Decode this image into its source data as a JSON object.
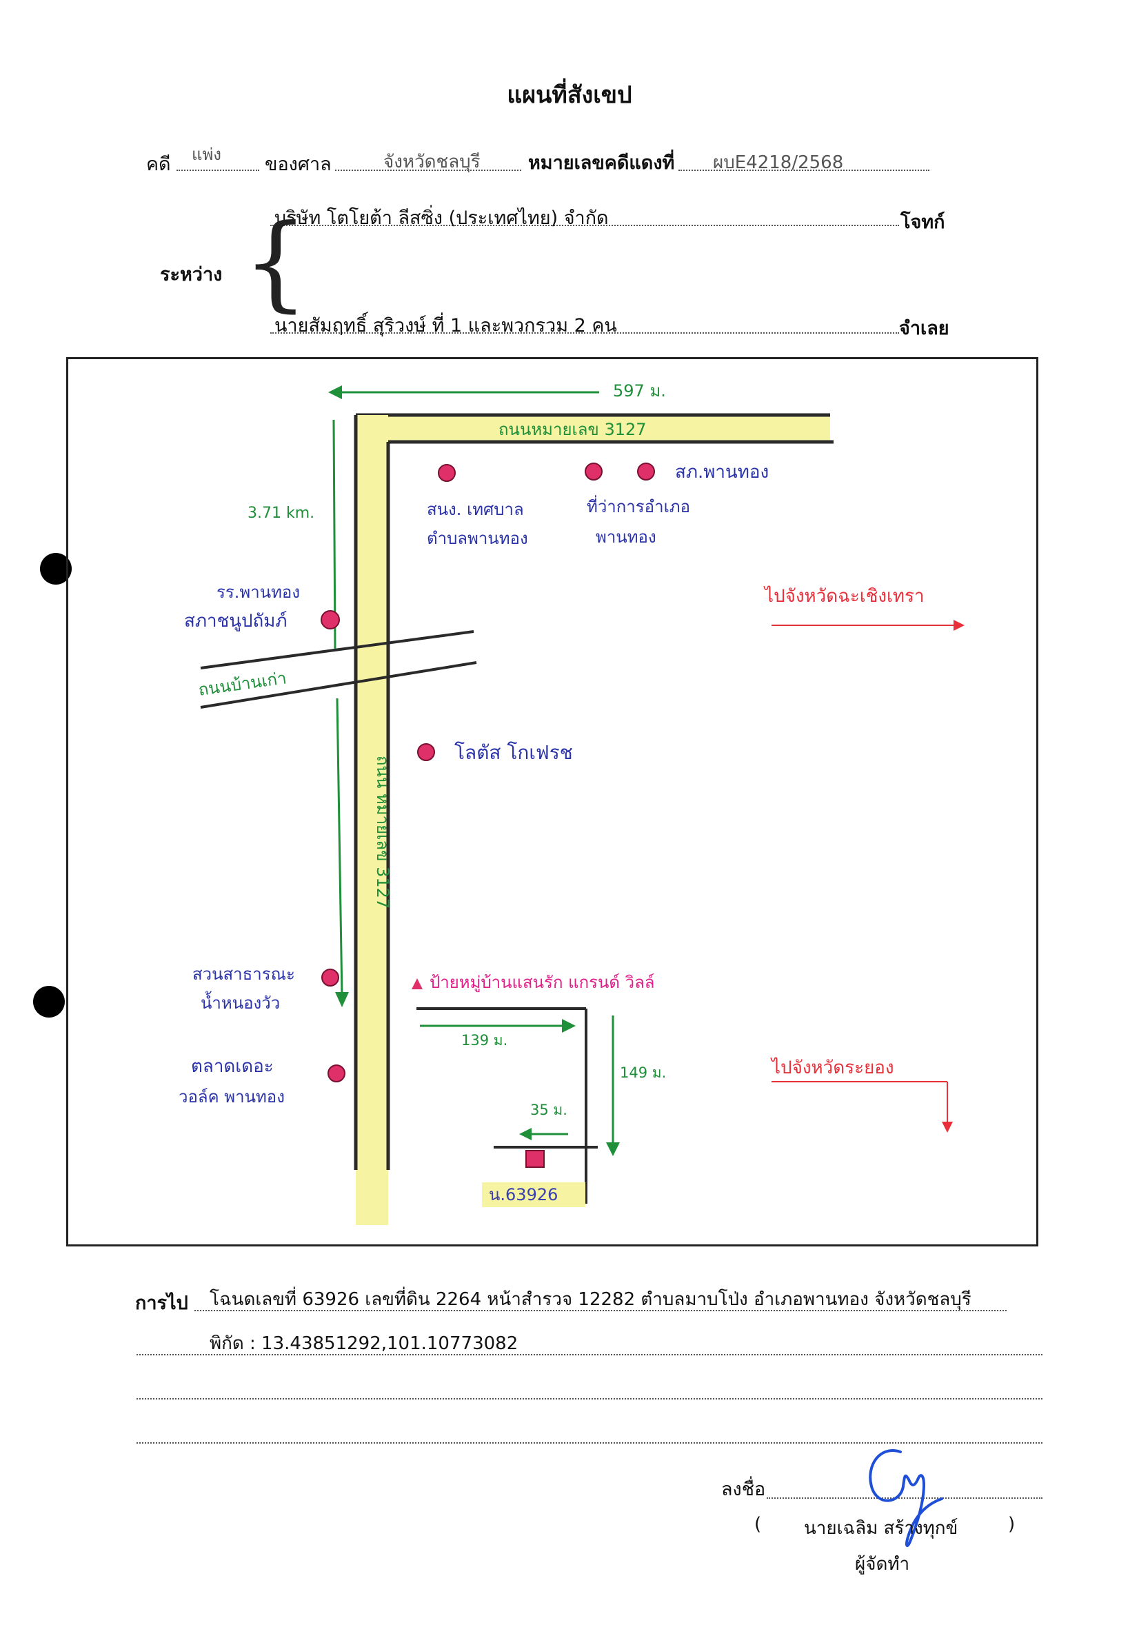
{
  "header": {
    "title": "แผนที่สังเขป",
    "case_label": "คดี",
    "case_type": "แพ่ง",
    "court_label": "ของศาล",
    "court_value": "จังหวัดชลบุรี",
    "red_case_label": "หมายเลขคดีแดงที่",
    "red_case_value": "ผบE4218/2568"
  },
  "parties": {
    "between_label": "ระหว่าง",
    "plaintiff_name": "บริษัท โตโยต้า ลีสซิ่ง (ประเทศไทย) จำกัด",
    "plaintiff_label": "โจทก์",
    "defendant_name": "นายสัมฤทธิ์ สุริวงษ์ ที่ 1 และพวกรวม 2 คน",
    "defendant_label": "จำเลย"
  },
  "map": {
    "road_top": "ถนนหมายเลข 3127",
    "road_vertical": "ถนน หมายเลข 3127",
    "road_old": "ถนนบ้านเก่า",
    "dist_top": "597 ม.",
    "dist_left": "3.71 km.",
    "dist_139": "139 ม.",
    "dist_149": "149 ม.",
    "dist_35": "35 ม.",
    "poi_police": "สภ.พานทอง",
    "poi_municipal_1": "สนง. เทศบาล",
    "poi_municipal_2": "ตำบลพานทอง",
    "poi_district_1": "ที่ว่าการอำเภอ",
    "poi_district_2": "พานทอง",
    "poi_school_1": "รร.พานทอง",
    "poi_school_2": "สภาชนูปถัมภ์",
    "poi_lotus": "โลตัส โกเฟรช",
    "poi_park_1": "สวนสาธารณะ",
    "poi_park_2": "น้ำหนองวัว",
    "poi_market_1": "ตลาดเดอะ",
    "poi_market_2": "วอล์ค พานทอง",
    "poi_village": "ป้ายหมู่บ้านแสนรัก แกรนด์ วิลล์",
    "to_chachoengsao": "ไปจังหวัดฉะเชิงเทรา",
    "to_rayong": "ไปจังหวัดระยอง",
    "plot_label": "น.63926"
  },
  "directions": {
    "label": "การไป",
    "line1": "โฉนดเลขที่ 63926 เลขที่ดิน 2264 หน้าสำรวจ 12282 ตำบลมาบโป่ง อำเภอพานทอง จังหวัดชลบุรี",
    "line2": "พิกัด : 13.43851292,101.10773082"
  },
  "signature": {
    "sign_label": "ลงชื่อ",
    "open_paren": "(",
    "name": "นายเฉลิม สร้างทุกข์",
    "close_paren": ")",
    "role": "ผู้จัดทำ"
  },
  "colors": {
    "road_fill": "#f6f3a2",
    "road_stroke": "#2a2a2a",
    "route_green": "#1f8f3a",
    "poi_pink": "#e0306a",
    "text_blue": "#2b33a8",
    "text_pink": "#e0208a",
    "text_red": "#e8303a",
    "signature_blue": "#1f4fd6"
  }
}
